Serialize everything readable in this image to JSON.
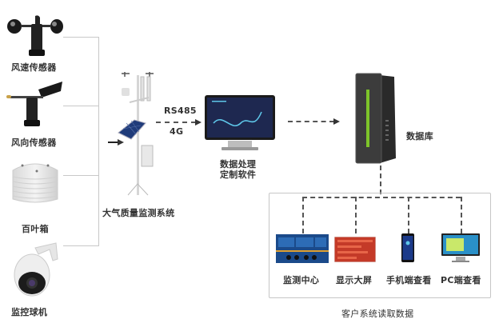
{
  "sensors": [
    {
      "label": "风速传感器",
      "icon": "anemometer-icon"
    },
    {
      "label": "风向传感器",
      "icon": "wind-vane-icon"
    },
    {
      "label": "百叶箱",
      "icon": "louver-box-icon"
    },
    {
      "label": "监控球机",
      "icon": "dome-camera-icon"
    }
  ],
  "station": {
    "label": "大气质量监测系统"
  },
  "transport": {
    "protocol": "RS485",
    "network": "4G"
  },
  "software": {
    "line1": "数据处理",
    "line2": "定制软件"
  },
  "database": {
    "label": "数据库"
  },
  "clients": {
    "title": "客户系统读取数据",
    "items": [
      {
        "label": "监测中心",
        "icon": "monitoring-center-icon"
      },
      {
        "label": "显示大屏",
        "icon": "led-display-icon"
      },
      {
        "label": "手机端查看",
        "icon": "mobile-phone-icon"
      },
      {
        "label": "PC端查看",
        "icon": "pc-monitor-icon"
      }
    ]
  },
  "colors": {
    "server_accent": "#7dc42a",
    "screen_blue": "#1b4a8a",
    "led_red": "#d8442e"
  }
}
